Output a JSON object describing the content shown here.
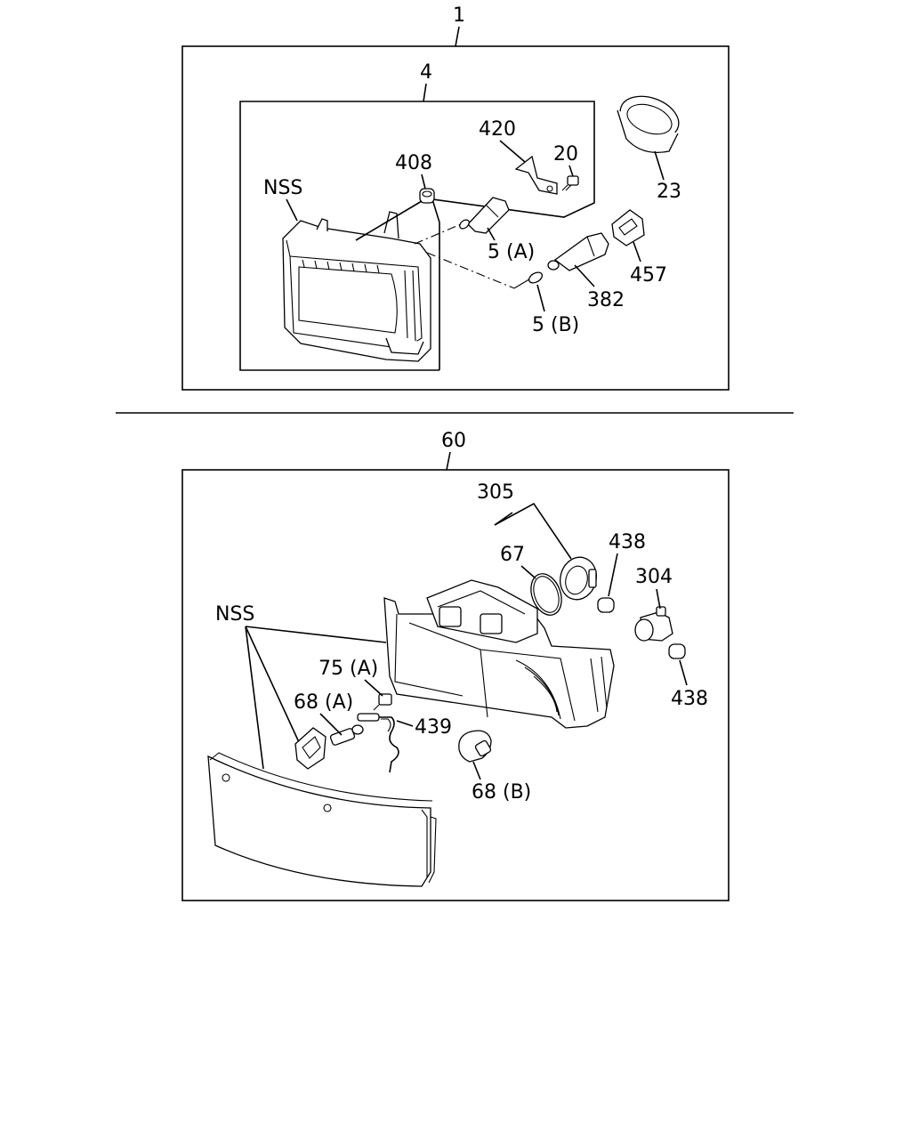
{
  "top_assembly": {
    "assembly_label": "1",
    "subassembly_label": "4",
    "labels": {
      "nss": "NSS",
      "p408": "408",
      "p420": "420",
      "p20": "20",
      "p23": "23",
      "p5a": "5 (A)",
      "p457": "457",
      "p382": "382",
      "p5b": "5 (B)"
    }
  },
  "bottom_assembly": {
    "assembly_label": "60",
    "labels": {
      "p305": "305",
      "p67": "67",
      "p438_top": "438",
      "p304": "304",
      "p438_bottom": "438",
      "nss": "NSS",
      "p75a": "75 (A)",
      "p68a": "68 (A)",
      "p439": "439",
      "p68b": "68 (B)"
    }
  }
}
